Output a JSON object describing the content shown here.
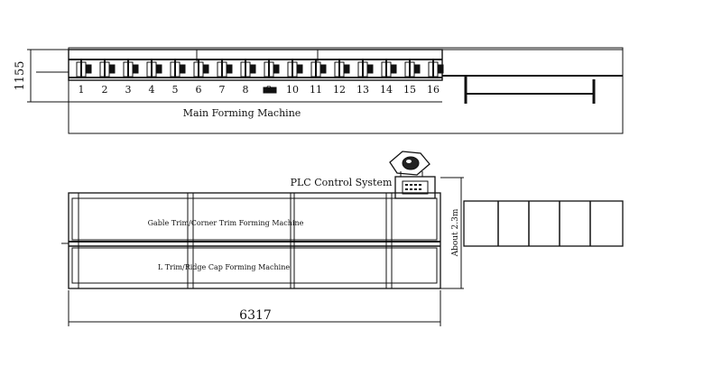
{
  "top_view": {
    "height_dimension": "1155",
    "station_numbers": [
      "1",
      "2",
      "3",
      "4",
      "5",
      "6",
      "7",
      "8",
      "9",
      "10",
      "11",
      "12",
      "13",
      "14",
      "15",
      "16"
    ],
    "machine_label": "Main Forming Machine"
  },
  "bottom_view": {
    "plc_label": "PLC Control System",
    "upper_machine_label": "Gable Trim/Corner Trim  Forming Machine",
    "lower_machine_label": "L Trim/Ridge Cap Forming Machine",
    "width_dimension": "6317",
    "side_note": "About 2.3m"
  },
  "colors": {
    "line": "#111111",
    "background": "#ffffff"
  }
}
